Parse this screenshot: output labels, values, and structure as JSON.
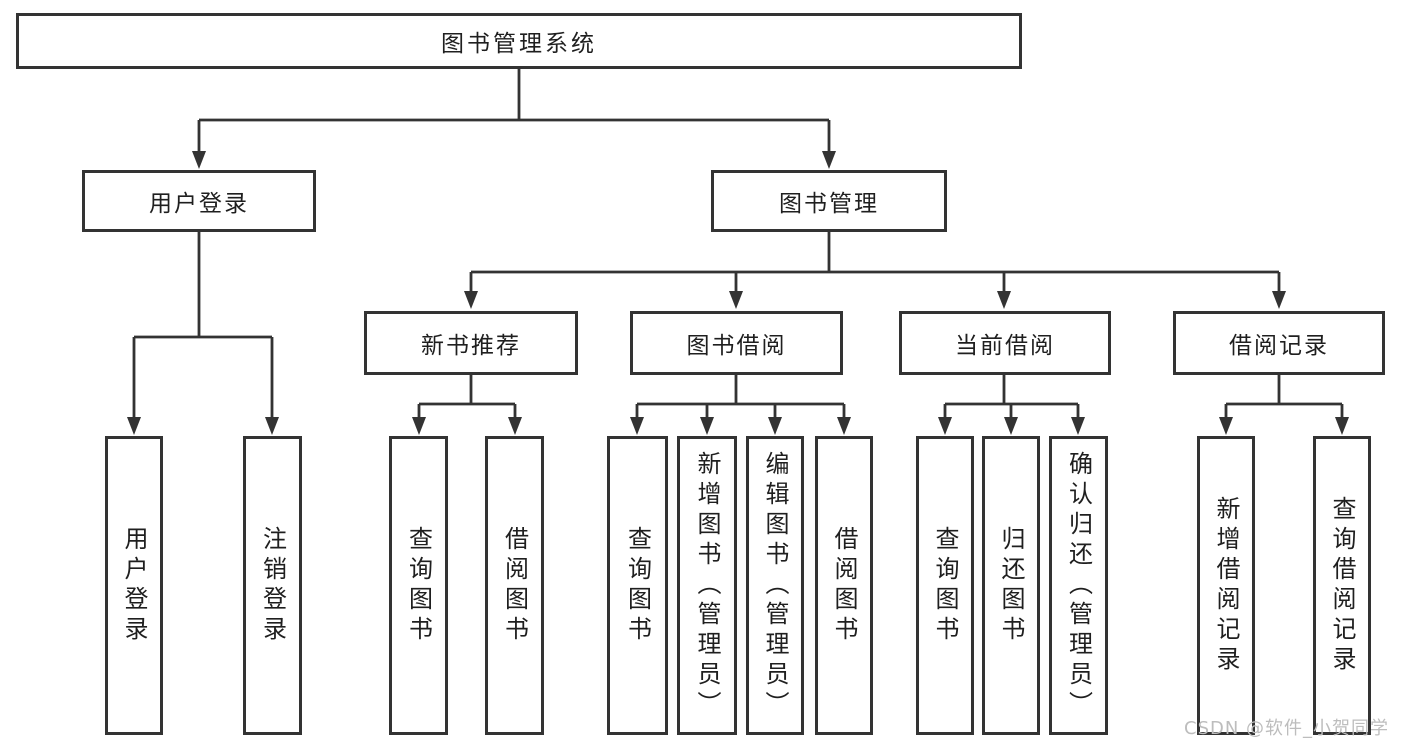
{
  "diagram_title": "图书管理系统",
  "tree": {
    "label": "图书管理系统",
    "children": [
      {
        "label": "用户登录",
        "children": [
          {
            "label": "用户登录"
          },
          {
            "label": "注销登录"
          }
        ]
      },
      {
        "label": "图书管理",
        "children": [
          {
            "label": "新书推荐",
            "children": [
              {
                "label": "查询图书"
              },
              {
                "label": "借阅图书"
              }
            ]
          },
          {
            "label": "图书借阅",
            "children": [
              {
                "label": "查询图书"
              },
              {
                "label": "新增图书（管理员）"
              },
              {
                "label": "编辑图书（管理员）"
              },
              {
                "label": "借阅图书"
              }
            ]
          },
          {
            "label": "当前借阅",
            "children": [
              {
                "label": "查询图书"
              },
              {
                "label": "归还图书"
              },
              {
                "label": "确认归还（管理员）"
              }
            ]
          },
          {
            "label": "借阅记录",
            "children": [
              {
                "label": "新增借阅记录"
              },
              {
                "label": "查询借阅记录"
              }
            ]
          }
        ]
      }
    ]
  },
  "watermark": "CSDN @软件_小贺同学",
  "colors": {
    "line": "#333333",
    "box_border": "#333333",
    "text": "#1f1f1f",
    "watermark": "#bdbdbd",
    "background": "#ffffff"
  }
}
